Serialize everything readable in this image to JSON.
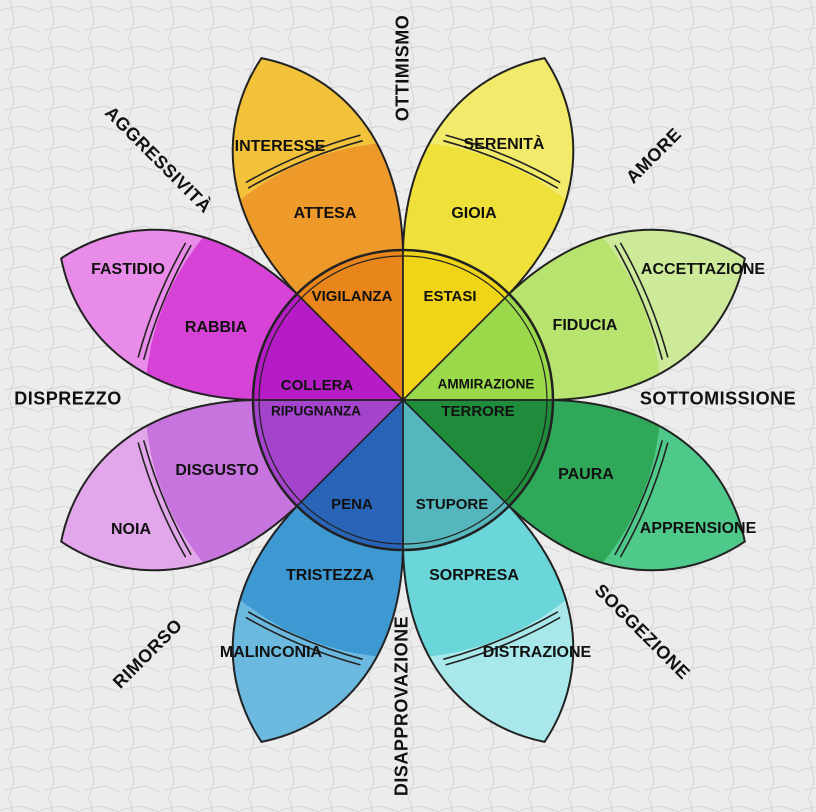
{
  "diagram": {
    "petals": [
      {
        "id": "orange",
        "outer": "INTERESSE",
        "middle": "ATTESA",
        "inner": "VIGILANZA",
        "colors": {
          "tip": "#f2c23a",
          "mid": "#ee9a2a",
          "core": "#e8861c"
        }
      },
      {
        "id": "yellow",
        "outer": "SERENITÀ",
        "middle": "GIOIA",
        "inner": "ESTASI",
        "colors": {
          "tip": "#f2ea6a",
          "mid": "#efe13a",
          "core": "#f0d418"
        }
      },
      {
        "id": "lime",
        "outer": "ACCETTAZIONE",
        "middle": "FIDUCIA",
        "inner": "AMMIRAZIONE",
        "colors": {
          "tip": "#cdea9a",
          "mid": "#b7e36e",
          "core": "#9ada4a"
        }
      },
      {
        "id": "green",
        "outer": "APPRENSIONE",
        "middle": "PAURA",
        "inner": "TERRORE",
        "colors": {
          "tip": "#4fc98a",
          "mid": "#2fa85a",
          "core": "#1f8c3c"
        }
      },
      {
        "id": "cyan",
        "outer": "DISTRAZIONE",
        "middle": "SORPRESA",
        "inner": "STUPORE",
        "colors": {
          "tip": "#a8e8ea",
          "mid": "#6ad6da",
          "core": "#55b7bd"
        }
      },
      {
        "id": "blue",
        "outer": "MALINCONIA",
        "middle": "TRISTEZZA",
        "inner": "PENA",
        "colors": {
          "tip": "#6cb9e0",
          "mid": "#3e98d2",
          "core": "#2a64b8"
        }
      },
      {
        "id": "violet",
        "outer": "NOIA",
        "middle": "DISGUSTO",
        "inner": "RIPUGNANZA",
        "colors": {
          "tip": "#e2a6ea",
          "mid": "#c774de",
          "core": "#a443cc"
        }
      },
      {
        "id": "magenta",
        "outer": "FASTIDIO",
        "middle": "RABBIA",
        "inner": "COLLERA",
        "colors": {
          "tip": "#e98ce9",
          "mid": "#d743d7",
          "core": "#b61cc5"
        }
      }
    ],
    "dyads": {
      "ottimismo": "OTTIMISMO",
      "amore": "AMORE",
      "sottomissione": "SOTTOMISSIONE",
      "soggezione": "SOGGEZIONE",
      "disapprovazione": "DISAPPROVAZIONE",
      "rimorso": "RIMORSO",
      "disprezzo": "DISPREZZO",
      "aggressivita": "AGGRESSIVITÀ"
    },
    "background": "#ececec"
  }
}
